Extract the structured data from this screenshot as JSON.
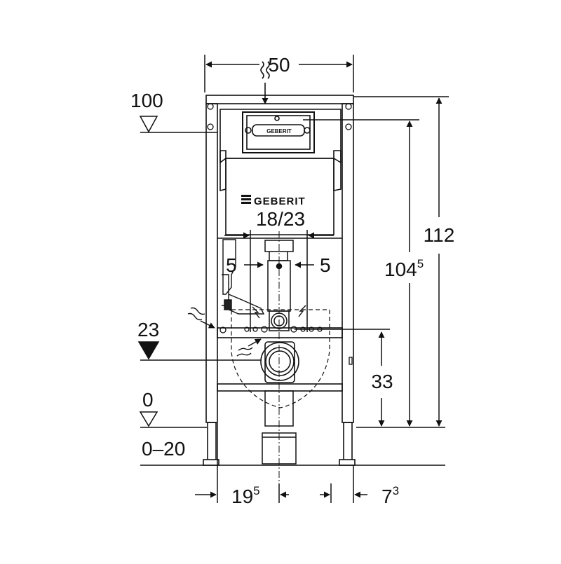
{
  "brand": {
    "logo_text": "GEBERIT",
    "cistern_button_text": "GEBERIT"
  },
  "dimensions": {
    "width_top": "50",
    "level_high": "100",
    "level_mid": "23",
    "level_zero": "0",
    "floor_range": "0–20",
    "height_total": "112",
    "height_frame_main": "104",
    "height_frame_sup": "5",
    "bolt_spacing": "18/23",
    "bolt_offset_left": "5",
    "bolt_offset_right": "5",
    "drain_height": "33",
    "bottom_left_main": "19",
    "bottom_left_sup": "5",
    "bottom_right_main": "7",
    "bottom_right_sup": "3"
  },
  "colors": {
    "line": "#111111",
    "frame_fill": "#ffffff",
    "dark_fill": "#222222"
  }
}
